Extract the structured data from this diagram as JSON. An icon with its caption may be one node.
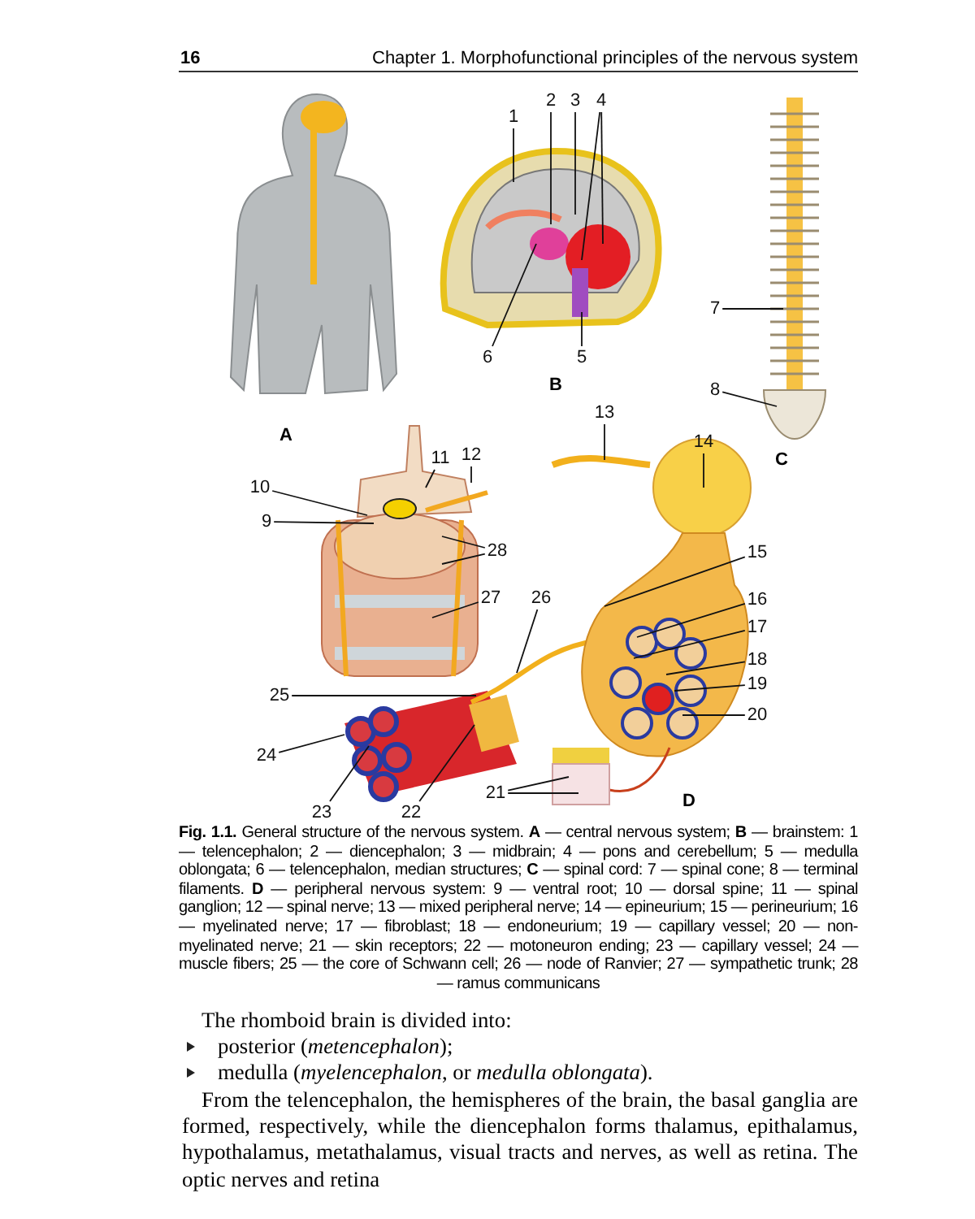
{
  "diagram": {
    "caption": "**Fig. 1.1.** General structure of the nervous system. **A** — central nervous system; **B** — brainstem: 1 — telencephalon; 2 — diencephalon; 3 — midbrain; 4 — pons and cerebellum; 5 — medulla oblongata; 6 — telencephalon, median structures; **C** — spinal cord: 7 — spinal cone; 8 — terminal filaments. **D** — peripheral nervous system: 9 — ventral root; 10 — dorsal spine; 11 — spinal ganglion; 12 — spinal nerve; 13 — mixed peripheral nerve; 14 — epineurium; 15 — perineurium; 16 — myelinated nerve; 17 — fibroblast; 18 — endoneurium; 19 — capillary vessel; 20 — non-myelinated nerve; 21 — skin receptors; 22 — motoneuron ending; 23 — capillary vessel; 24 — muscle fibers; 25 — the core of Schwann cell; 26 — node of Ranvier; 27 — sympathetic trunk; 28 — ramus communicans",
    "nodes": [
      {
        "text": [
          "1"
        ]
      },
      {
        "text": [
          "2"
        ]
      },
      {
        "text": [
          "3"
        ]
      },
      {
        "text": [
          "4"
        ]
      },
      {
        "text": [
          "5"
        ]
      },
      {
        "text": [
          "6"
        ]
      },
      {
        "text": [
          "7"
        ]
      },
      {
        "text": [
          "8"
        ]
      },
      {
        "text": [
          "9"
        ]
      },
      {
        "text": [
          "10"
        ]
      },
      {
        "text": [
          "11"
        ]
      },
      {
        "text": [
          "12"
        ]
      },
      {
        "text": [
          "13"
        ]
      },
      {
        "text": [
          "14"
        ]
      },
      {
        "text": [
          "15"
        ]
      },
      {
        "text": [
          "16"
        ]
      },
      {
        "text": [
          "17"
        ]
      },
      {
        "text": [
          "18"
        ]
      },
      {
        "text": [
          "19"
        ]
      },
      {
        "text": [
          "20"
        ]
      },
      {
        "text": [
          "21"
        ]
      },
      {
        "text": [
          "22"
        ]
      },
      {
        "text": [
          "23"
        ]
      },
      {
        "text": [
          "24"
        ]
      },
      {
        "text": [
          "25"
        ]
      },
      {
        "text": [
          "26"
        ]
      },
      {
        "text": [
          "27"
        ]
      },
      {
        "text": [
          "28"
        ]
      }
    ],
    "edges": [
      {
        "from": 0,
        "to": null,
        "arrow": "none"
      },
      {
        "from": 1,
        "to": null,
        "arrow": "none"
      },
      {
        "from": 2,
        "to": null,
        "arrow": "none"
      },
      {
        "from": 3,
        "to": null,
        "arrow": "none"
      },
      {
        "from": 3,
        "to": null,
        "arrow": "none"
      },
      {
        "from": 4,
        "to": null,
        "arrow": "none"
      },
      {
        "from": 5,
        "to": null,
        "arrow": "none"
      },
      {
        "from": 6,
        "to": null,
        "arrow": "none"
      },
      {
        "from": 7,
        "to": null,
        "arrow": "none"
      },
      {
        "from": 8,
        "to": null,
        "arrow": "none"
      },
      {
        "from": 9,
        "to": null,
        "arrow": "none"
      },
      {
        "from": 10,
        "to": null,
        "arrow": "none"
      },
      {
        "from": 11,
        "to": null,
        "arrow": "none"
      },
      {
        "from": 12,
        "to": null,
        "arrow": "none"
      },
      {
        "from": 13,
        "to": null,
        "arrow": "none"
      },
      {
        "from": 14,
        "to": null,
        "arrow": "none"
      },
      {
        "from": 15,
        "to": null,
        "arrow": "none"
      },
      {
        "from": 16,
        "to": null,
        "arrow": "none"
      },
      {
        "from": 17,
        "to": null,
        "arrow": "none"
      },
      {
        "from": 18,
        "to": null,
        "arrow": "none"
      },
      {
        "from": 19,
        "to": null,
        "arrow": "none"
      },
      {
        "from": 20,
        "to": null,
        "arrow": "none"
      },
      {
        "from": 20,
        "to": null,
        "arrow": "none"
      },
      {
        "from": 21,
        "to": null,
        "arrow": "none"
      },
      {
        "from": 22,
        "to": null,
        "arrow": "none"
      },
      {
        "from": 23,
        "to": null,
        "arrow": "none"
      },
      {
        "from": 24,
        "to": null,
        "arrow": "none"
      },
      {
        "from": 25,
        "to": null,
        "arrow": "none"
      },
      {
        "from": 26,
        "to": null,
        "arrow": "none"
      },
      {
        "from": 27,
        "to": null,
        "arrow": "none"
      },
      {
        "from": 27,
        "to": null,
        "arrow": "none"
      }
    ],
    "labels": [
      "16",
      "Chapter 1. Morphofunctional principles of the nervous system",
      "A",
      "B",
      "C",
      "D",
      "The rhomboid brain is divided into:",
      "posterior (*metencephalon*);",
      "medulla (*myelencephalon*, or *medulla oblongata*).",
      "From the telencephalon, the hemispheres of the brain, the basal ganglia are formed, respectively, while the diencephalon forms thalamus, epithalamus, hypothalamus, metathalamus, visual tracts and nerves, as well as retina. The optic nerves and retina"
    ]
  }
}
